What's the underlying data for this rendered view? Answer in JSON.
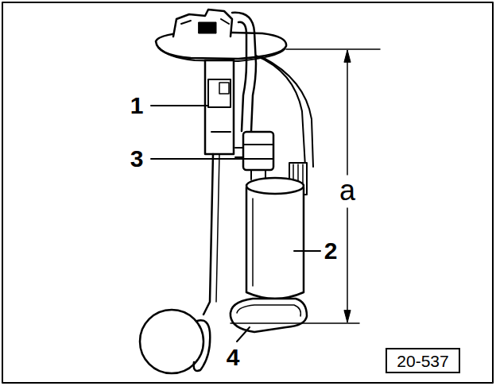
{
  "diagram": {
    "nodes": [
      {
        "text": [
          "20-537"
        ]
      }
    ],
    "labels": [
      "1",
      "3",
      "2",
      "a",
      "4"
    ]
  }
}
